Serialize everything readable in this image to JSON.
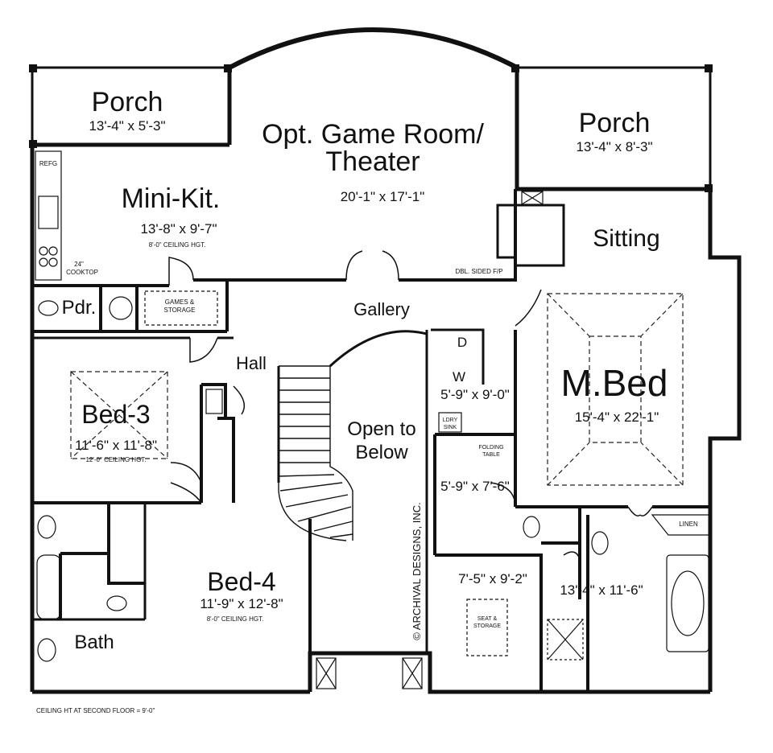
{
  "rooms": {
    "porch_left": {
      "name": "Porch",
      "dims": "13'-4\" x 5'-3\""
    },
    "game_room": {
      "name_line1": "Opt. Game Room/",
      "name_line2": "Theater",
      "dims": "20'-1\" x 17'-1\""
    },
    "porch_right": {
      "name": "Porch",
      "dims": "13'-4\" x 8'-3\""
    },
    "mini_kit": {
      "name": "Mini-Kit.",
      "dims": "13'-8\" x 9'-7\"",
      "ceiling": "8'-0\" CEILING HGT."
    },
    "sitting": {
      "name": "Sitting"
    },
    "pdr": {
      "name": "Pdr."
    },
    "gallery": {
      "name": "Gallery"
    },
    "hall": {
      "name": "Hall"
    },
    "bed3": {
      "name": "Bed-3",
      "dims": "11'-6\" x 11'-8\"",
      "ceiling": "12'-0\" CEILING HGT."
    },
    "m_bed": {
      "name": "M.Bed",
      "dims": "15'-4\" x 22'-1\""
    },
    "open_below": {
      "line1": "Open to",
      "line2": "Below"
    },
    "wic_upper": {
      "dims": "5'-9\" x 9'-0\""
    },
    "wic_lower": {
      "dims": "5'-9\" x 7'-6\""
    },
    "bed4": {
      "name": "Bed-4",
      "dims": "11'-9\" x 12'-8\"",
      "ceiling": "8'-0\" CEILING HGT."
    },
    "bath": {
      "name": "Bath"
    },
    "closet_lower": {
      "dims": "7'-5\" x 9'-2\""
    },
    "master_bath": {
      "dims": "13'-4\" x 11'-6\""
    }
  },
  "fixtures": {
    "refg": "REFG",
    "cooktop_line1": "24\"",
    "cooktop_line2": "COOKTOP",
    "games_line1": "GAMES &",
    "games_line2": "STORAGE",
    "fireplace": "DBL. SIDED F/P",
    "dryer": "D",
    "washer": "W",
    "ldry_line1": "LDRY",
    "ldry_line2": "SINK",
    "folding_line1": "FOLDING",
    "folding_line2": "TABLE",
    "linen": "LINEN",
    "seat_line1": "SEAT &",
    "seat_line2": "STORAGE"
  },
  "copyright": "© ARCHIVAL DESIGNS, INC.",
  "footer_note": "CEILING HT AT SECOND FLOOR = 9'-0\""
}
